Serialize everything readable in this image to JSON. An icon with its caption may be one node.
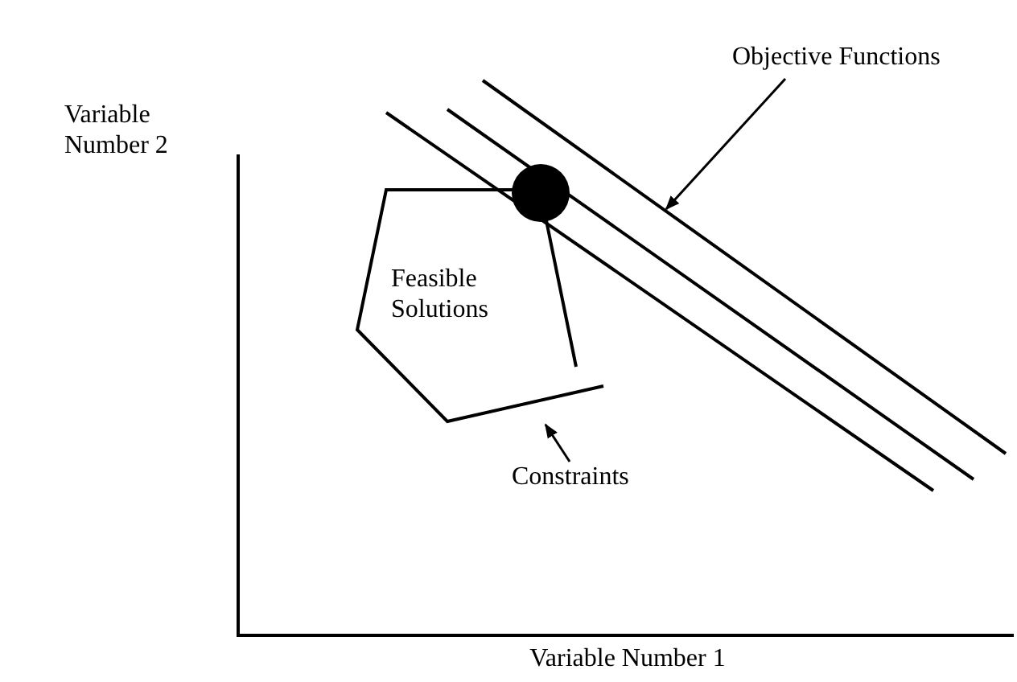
{
  "diagram": {
    "nodes": [
      {
        "text": [
          "Objective Functions"
        ]
      },
      {
        "text": [],
        "shape": "line"
      },
      {
        "text": [
          "Constraints"
        ]
      },
      {
        "text": [
          "Feasible Solutions"
        ]
      }
    ],
    "edges": [
      {
        "from": 0,
        "to": 1,
        "arrow": "to"
      },
      {
        "from": 2,
        "to": 3,
        "arrow": "to"
      }
    ],
    "labels": [
      "Variable Number 2",
      "Variable Number 1"
    ]
  }
}
